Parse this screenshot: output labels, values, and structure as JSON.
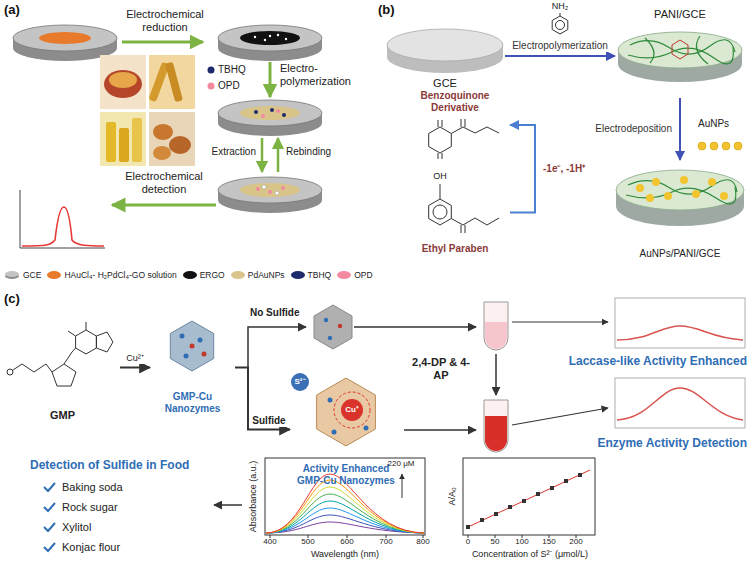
{
  "diagram": {
    "nodes": [
      {
        "text": [
          "GCE"
        ]
      },
      {
        "text": [
          "PANI/GCE"
        ]
      },
      {
        "text": [
          "AuNPs/PANI/GCE"
        ]
      },
      {
        "text": [
          "Benzoquinone Derivative"
        ]
      },
      {
        "text": [
          "Ethyl Paraben"
        ]
      },
      {
        "text": [
          "GMP"
        ]
      },
      {
        "text": [
          "GMP-Cu Nanozymes"
        ]
      },
      {
        "text": [
          "Activity Enhanced GMP-Cu Nanozymes"
        ]
      }
    ],
    "edges": [
      {
        "from": 0,
        "to": 1,
        "arrow": "to",
        "label": "Electropolymerization"
      },
      {
        "from": 1,
        "to": 2,
        "arrow": "to",
        "label": "Electrodeposition"
      },
      {
        "from": 4,
        "to": 3,
        "arrow": "to",
        "label": "-1e⁻, -1H⁺"
      },
      {
        "from": 5,
        "to": 6,
        "arrow": "to",
        "label": "Cu²⁺"
      },
      {
        "from": 6,
        "to": 7,
        "arrow": "to",
        "label": "Sulfide"
      }
    ],
    "labels": [
      "(a)",
      "Electrochemical reduction",
      "TBHQ",
      "OPD",
      "Electro-polymerization",
      "Extraction",
      "Rebinding",
      "Electrochemical detection",
      "(b)",
      "NH₂",
      "OH",
      "AuNPs",
      "(c)",
      "No Sulfide",
      "S²⁻",
      "Cu⁺",
      "2,4-DP & 4-AP",
      "Laccase-like Activity Enhanced",
      "Enzyme Activity Detection",
      "Detection of Sulfide in Food",
      "Baking soda",
      "Rock sugar",
      "Xylitol",
      "Konjac flour",
      "220 μM",
      "Absorbance (a.u.)",
      "Wavelength (nm)",
      "400",
      "500",
      "600",
      "700",
      "800",
      "A/A₀",
      "Concentration of S²⁻ (μmol/L)",
      "0",
      "50",
      "100",
      "150",
      "200"
    ],
    "legend": [
      {
        "text": "GCE"
      },
      {
        "text": "HAuCl₄- H₂PdCl₄-GO solution",
        "color": "#e87a2c"
      },
      {
        "text": "ERGO",
        "color": "#111111"
      },
      {
        "text": "PdAuNPs",
        "color": "#d9c48a"
      },
      {
        "text": "TBHQ",
        "color": "#1d2a6b"
      },
      {
        "text": "OPD",
        "color": "#f28ba0"
      }
    ]
  }
}
